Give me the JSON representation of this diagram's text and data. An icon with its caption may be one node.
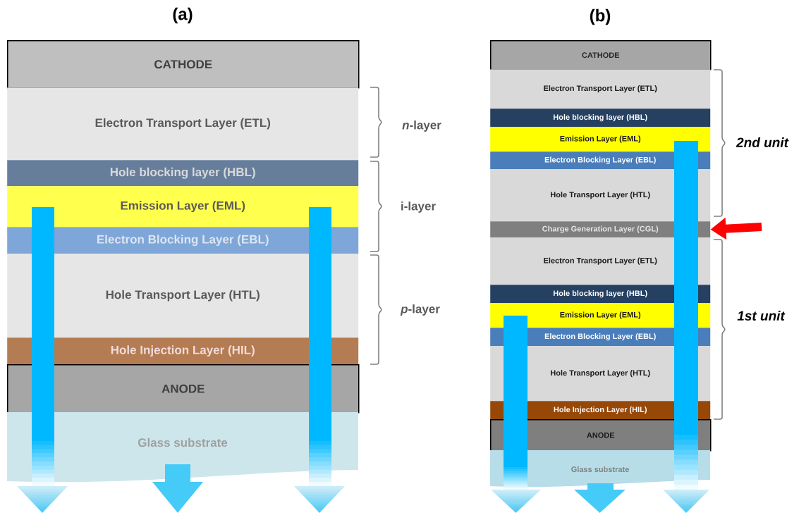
{
  "diagram": {
    "nodes": [
      {
        "text": [
          "CATHODE"
        ]
      },
      {
        "text": [
          "Electron Transport Layer (ETL)"
        ]
      },
      {
        "text": [
          "Hole blocking layer (HBL)"
        ]
      },
      {
        "text": [
          "Emission Layer (EML)"
        ]
      },
      {
        "text": [
          "Electron Blocking Layer (EBL)"
        ]
      },
      {
        "text": [
          "Hole Transport Layer (HTL)"
        ]
      },
      {
        "text": [
          "Hole Injection Layer (HIL)"
        ]
      },
      {
        "text": [
          "ANODE"
        ]
      },
      {
        "text": [
          "Glass substrate"
        ]
      },
      {
        "text": [
          "CATHODE"
        ]
      },
      {
        "text": [
          "Electron Transport Layer (ETL)"
        ]
      },
      {
        "text": [
          "Hole blocking layer (HBL)"
        ]
      },
      {
        "text": [
          "Emission Layer (EML)"
        ]
      },
      {
        "text": [
          "Electron Blocking Layer (EBL)"
        ]
      },
      {
        "text": [
          "Hole Transport Layer (HTL)"
        ]
      },
      {
        "text": [
          "Charge Generation Layer (CGL)"
        ]
      },
      {
        "text": [
          "Electron Transport Layer (ETL)"
        ]
      },
      {
        "text": [
          "Hole blocking layer (HBL)"
        ]
      },
      {
        "text": [
          "Emission Layer (EML)"
        ]
      },
      {
        "text": [
          "Electron Blocking Layer (EBL)"
        ]
      },
      {
        "text": [
          "Hole Transport Layer (HTL)"
        ]
      },
      {
        "text": [
          "Hole Injection Layer (HIL)"
        ]
      },
      {
        "text": [
          "ANODE"
        ]
      },
      {
        "text": [
          "Glass substrate"
        ]
      }
    ],
    "edges": [
      {
        "from": null,
        "to": 15,
        "arrow": "to"
      }
    ],
    "labels": [
      "(a)",
      "(b)",
      "*n*-layer",
      "i-layer",
      "*p*-layer",
      "2nd unit",
      "1st unit"
    ]
  }
}
